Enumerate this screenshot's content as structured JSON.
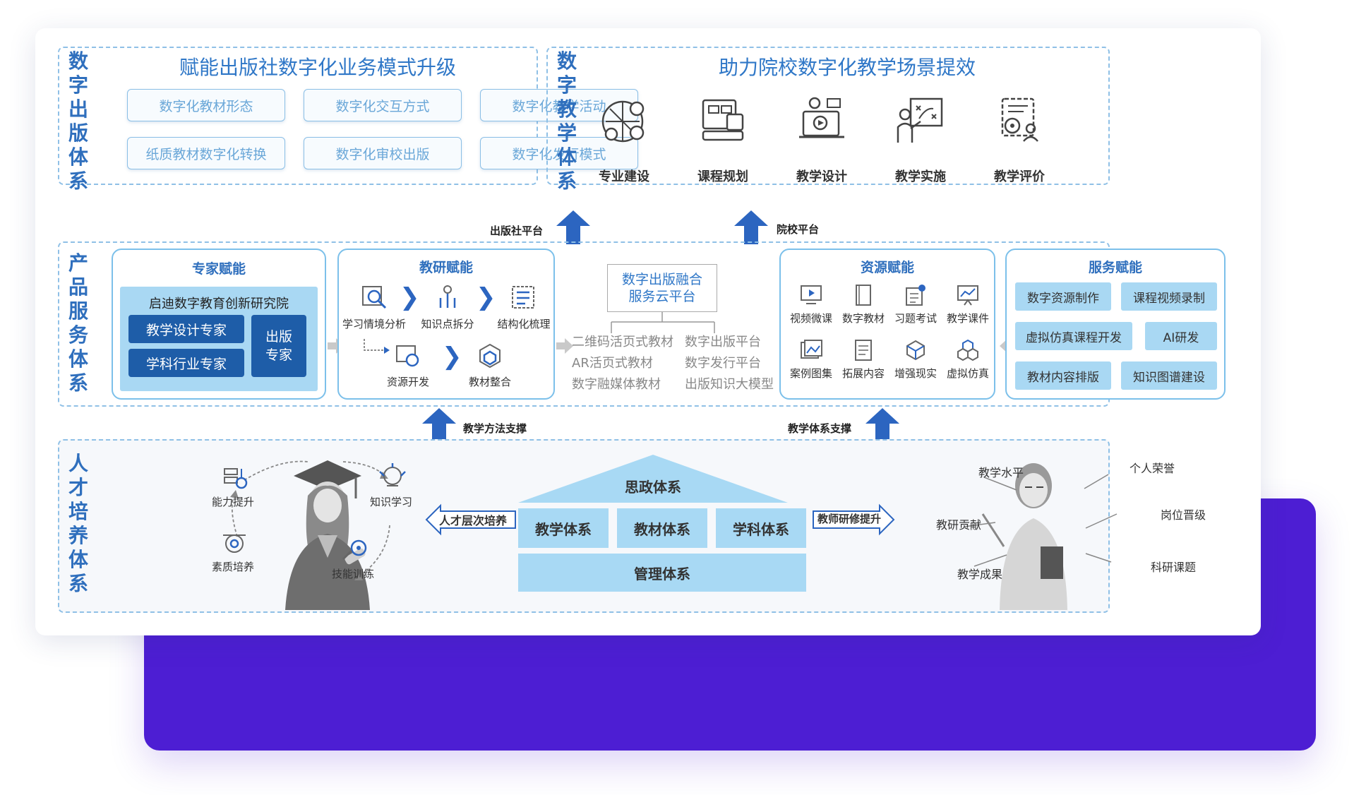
{
  "sections": {
    "publishing_system_title": "数字出版体系",
    "teaching_system_title": "数字教学体系",
    "product_service_title": "产品服务体系",
    "talent_title": "人才培养体系"
  },
  "publishing": {
    "heading": "赋能出版社数字化业务模式升级",
    "pills": [
      "数字化教材形态",
      "数字化交互方式",
      "数字化教学活动",
      "纸质教材数字化转换",
      "数字化审校出版",
      "数字化发行模式"
    ]
  },
  "teaching": {
    "heading": "助力院校数字化教学场景提效",
    "items": [
      "专业建设",
      "课程规划",
      "教学设计",
      "教学实施",
      "教学评价"
    ]
  },
  "arrows": {
    "publisher_platform": "出版社平台",
    "school_platform": "院校平台",
    "method_support": "教学方法支撑",
    "system_support": "教学体系支撑"
  },
  "expert": {
    "title": "专家赋能",
    "institute": "启迪数字教育创新研究院",
    "btn1": "教学设计专家",
    "btn2": "学科行业专家",
    "btn3_line1": "出版",
    "btn3_line2": "专家"
  },
  "research": {
    "title": "教研赋能",
    "steps": [
      "学习情境分析",
      "知识点拆分",
      "结构化梳理",
      "资源开发",
      "教材整合"
    ]
  },
  "platform": {
    "line1": "数字出版融合",
    "line2": "服务云平台",
    "left_items": [
      "二维码活页式教材",
      "AR活页式教材",
      "数字融媒体教材"
    ],
    "right_items": [
      "数字出版平台",
      "数字发行平台",
      "出版知识大模型"
    ]
  },
  "resource": {
    "title": "资源赋能",
    "row1": [
      "视频微课",
      "数字教材",
      "习题考试",
      "教学课件"
    ],
    "row2": [
      "案例图集",
      "拓展内容",
      "增强现实",
      "虚拟仿真"
    ]
  },
  "service": {
    "title": "服务赋能",
    "items": [
      "数字资源制作",
      "课程视频录制",
      "虚拟仿真课程开发",
      "AI研发",
      "教材内容排版",
      "知识图谱建设"
    ]
  },
  "talent": {
    "cycle": [
      "能力提升",
      "知识学习",
      "素质培养",
      "技能训练"
    ],
    "left_arrow": "人才层次培养",
    "right_arrow": "教师研修提升",
    "roof": "思政体系",
    "pillars": [
      "教学体系",
      "教材体系",
      "学科体系"
    ],
    "base": "管理体系",
    "teacher_items": [
      "教学水平",
      "个人荣誉",
      "教研贡献",
      "岗位晋级",
      "教学成果",
      "科研课题"
    ]
  },
  "colors": {
    "brand_blue": "#2f6fbd",
    "dark_blue": "#1e5da8",
    "light_blue": "#a9d8f3",
    "purple": "#4d1ed3"
  }
}
